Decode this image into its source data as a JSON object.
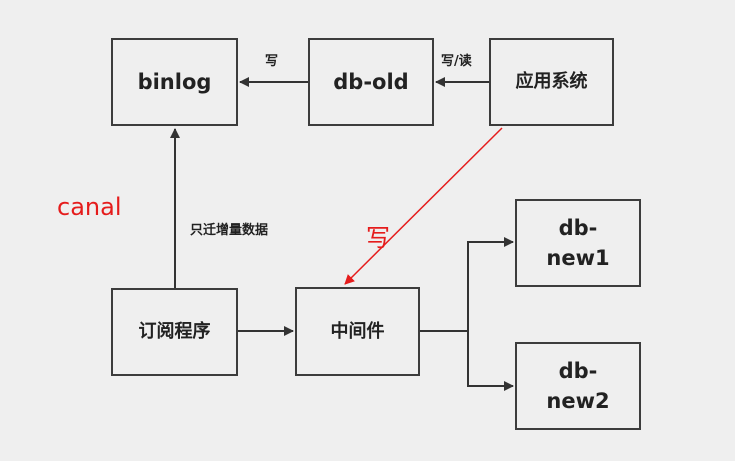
{
  "nodes": {
    "binlog": "binlog",
    "db_old": "db-old",
    "app_system": "应用系统",
    "subscriber": "订阅程序",
    "middleware": "中间件",
    "db_new1_line1": "db-",
    "db_new1_line2": "new1",
    "db_new2_line1": "db-",
    "db_new2_line2": "new2"
  },
  "edge_labels": {
    "dbold_to_binlog": "写",
    "app_to_dbold": "写/读",
    "subscriber_to_binlog": "只迁增量数据",
    "app_to_middleware": "写",
    "canal": "canal"
  },
  "colors": {
    "box_border": "#3c3c3c",
    "arrow": "#333333",
    "highlight_arrow": "#e51c1c"
  }
}
